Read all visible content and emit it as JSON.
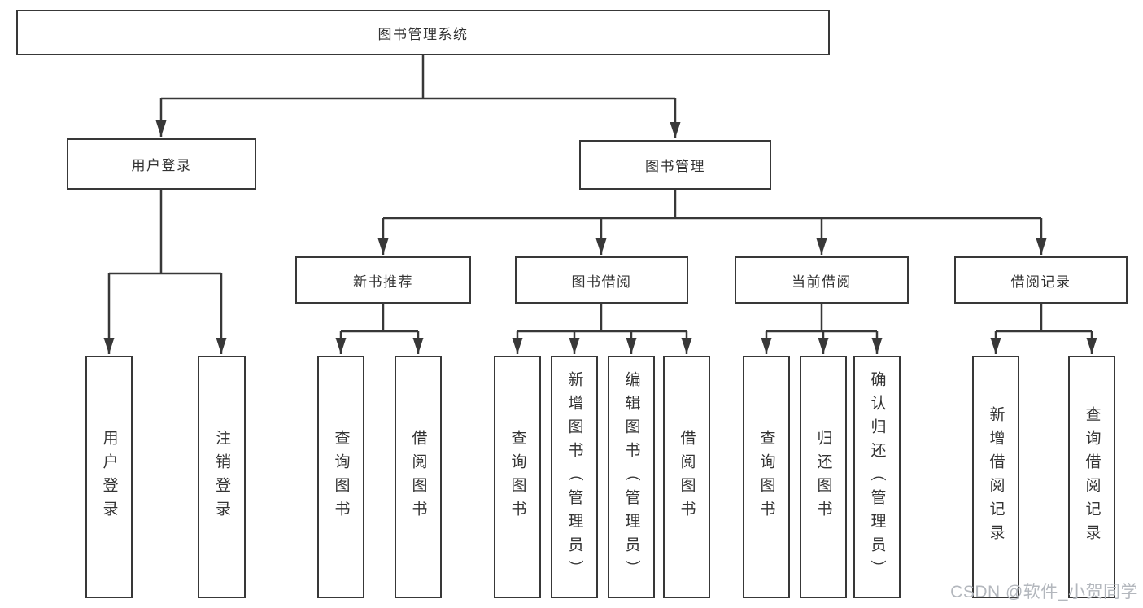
{
  "tree": {
    "root": "图书管理系统",
    "user_login": {
      "label": "用户登录",
      "children": {
        "login": "用户登录",
        "logout": "注销登录"
      }
    },
    "book_mgmt": {
      "label": "图书管理",
      "new_book_rec": {
        "label": "新书推荐",
        "children": {
          "query_books": "查询图书",
          "borrow_books": "借阅图书"
        }
      },
      "book_borrow": {
        "label": "图书借阅",
        "children": {
          "query_books": "查询图书",
          "add_books": "新增图书（管理员）",
          "edit_books": "编辑图书（管理员）",
          "borrow_books": "借阅图书"
        }
      },
      "current_borrow": {
        "label": "当前借阅",
        "children": {
          "query_books": "查询图书",
          "return_books": "归还图书",
          "confirm_return": "确认归还（管理员）"
        }
      },
      "borrow_records": {
        "label": "借阅记录",
        "children": {
          "add_record": "新增借阅记录",
          "query_record": "查询借阅记录"
        }
      }
    }
  },
  "watermark": "CSDN @软件_小贺同学",
  "colors": {
    "line": "#383838",
    "text": "#333333",
    "box_background": "#ffffff",
    "watermark": "#b3b7bd"
  }
}
